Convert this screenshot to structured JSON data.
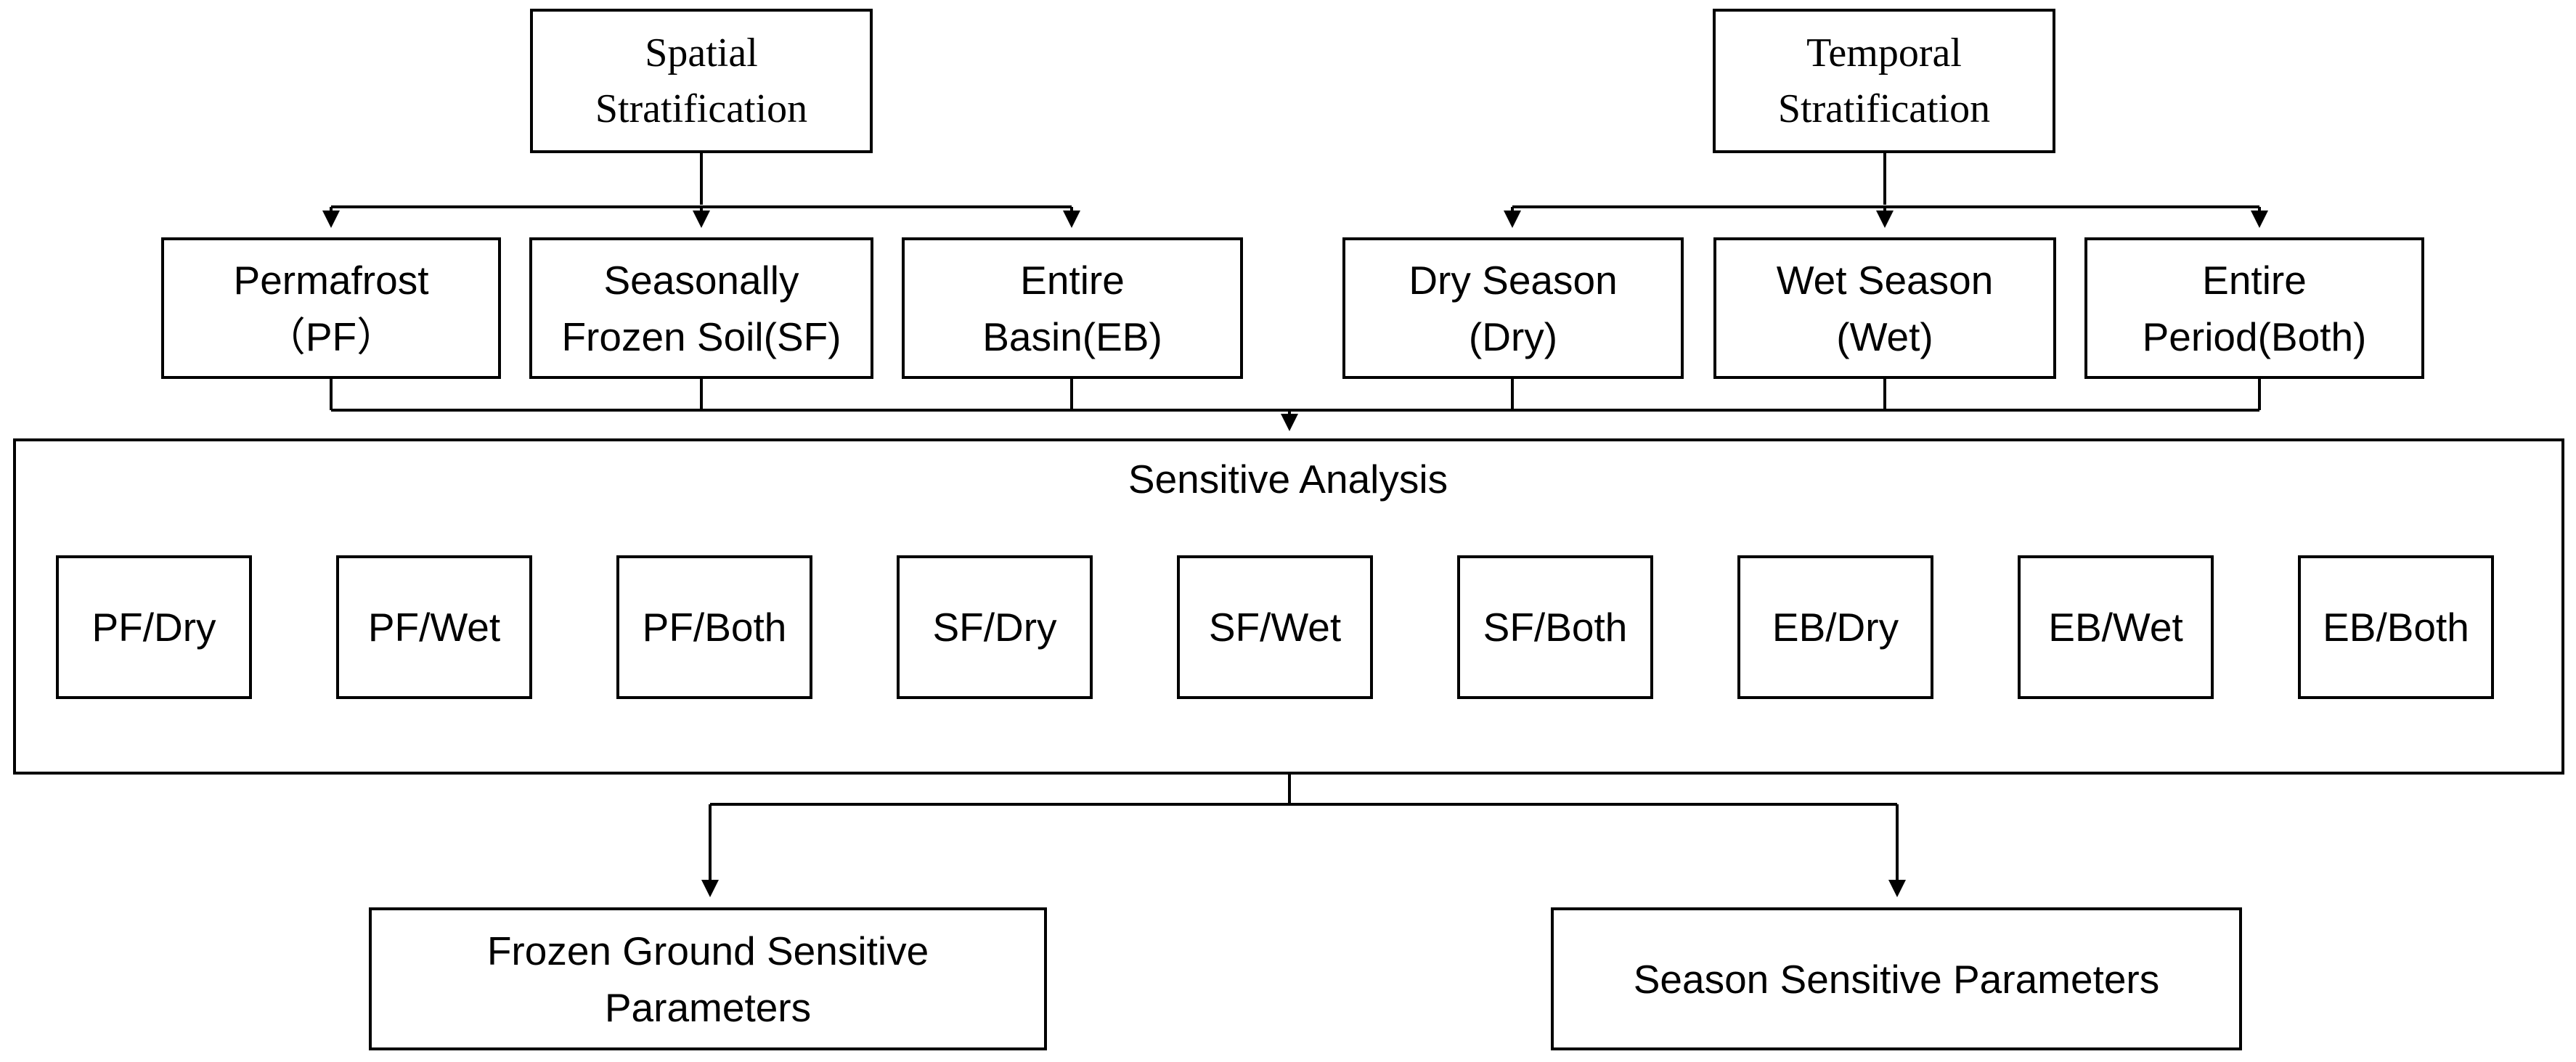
{
  "spatial": {
    "title_line1": "Spatial",
    "title_line2": "Stratification",
    "categories": [
      {
        "line1": "Permafrost",
        "line2": "（PF）"
      },
      {
        "line1": "Seasonally",
        "line2": "Frozen Soil(SF)"
      },
      {
        "line1": "Entire",
        "line2": "Basin(EB)"
      }
    ]
  },
  "temporal": {
    "title_line1": "Temporal",
    "title_line2": "Stratification",
    "categories": [
      {
        "line1": "Dry Season",
        "line2": "(Dry)"
      },
      {
        "line1": "Wet Season",
        "line2": "(Wet)"
      },
      {
        "line1": "Entire",
        "line2": "Period(Both)"
      }
    ]
  },
  "analysis": {
    "title": "Sensitive Analysis",
    "combos": [
      "PF/Dry",
      "PF/Wet",
      "PF/Both",
      "SF/Dry",
      "SF/Wet",
      "SF/Both",
      "EB/Dry",
      "EB/Wet",
      "EB/Both"
    ]
  },
  "outputs": {
    "frozen_line1": "Frozen Ground Sensitive",
    "frozen_line2": "Parameters",
    "season": "Season Sensitive Parameters"
  }
}
